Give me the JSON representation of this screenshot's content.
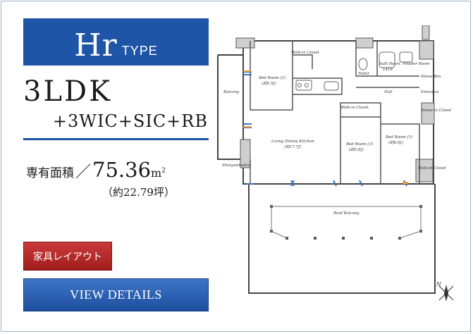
{
  "type_banner": {
    "code": "Hr",
    "suffix": "TYPE",
    "color": "#1f55a7"
  },
  "layout": {
    "title": "3LDK",
    "subtitle": "+3WIC+SIC+RB"
  },
  "area": {
    "label": "専有面積",
    "slash": "／",
    "value": "75.36",
    "unit": "m",
    "unit_sup": "2",
    "tsubo": "（約22.79坪）"
  },
  "buttons": {
    "furniture": {
      "label": "家具レイアウト",
      "color": "#b3272a"
    },
    "details": {
      "label": "VIEW DETAILS",
      "color": "#2a5fb4"
    }
  },
  "floorplan": {
    "rooms": {
      "walk_in_closet_top": "Walk-in Closet",
      "bedroom_2": "Bed Room (2)",
      "bedroom_2_size": "(約5.5J)",
      "balcony": "Balcony",
      "toilet": "Toilet",
      "bath_room": "Bath Room",
      "bath_size": "1418",
      "powder_room": "Powder Room",
      "shoes_box": "Shoes Box",
      "hall": "Hall",
      "entrance": "Entrance",
      "walk_in_closet_mid": "Walk-in Closet",
      "shoes_in_closet": "Shoes-in Closet",
      "ldk": "Living Dining Kitchen",
      "ldk_size": "(約17.7J)",
      "bedroom_3": "Bed Room (3)",
      "bedroom_3_size": "(約5.0J)",
      "bedroom_1": "Bed Room (1)",
      "bedroom_1_size": "(約6.0J)",
      "shotgun": "Shotgunkeikin",
      "walk_in_closet_right": "Walk-in Closet",
      "roof_balcony": "Roof Balcony"
    },
    "compass": "N"
  }
}
